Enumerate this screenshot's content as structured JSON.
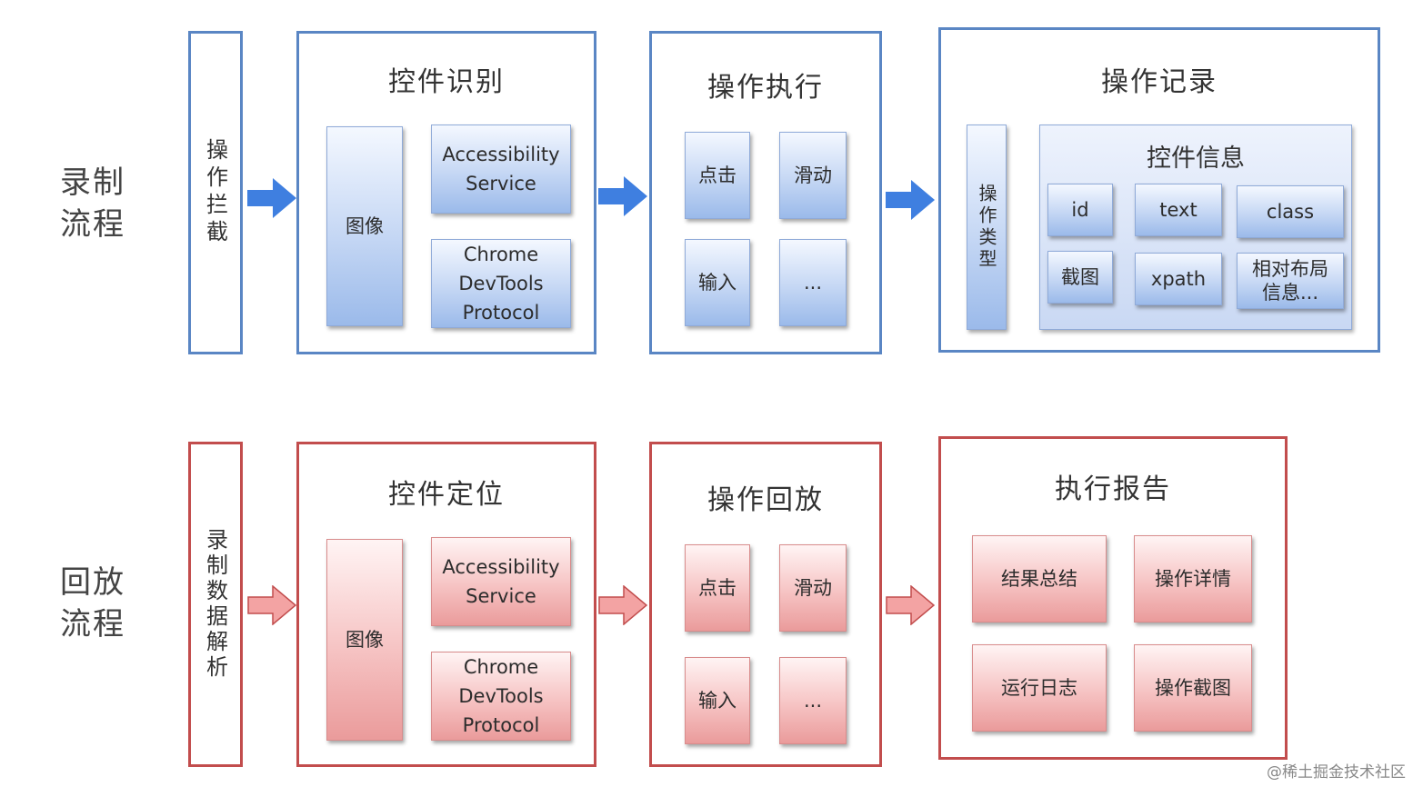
{
  "record": {
    "label": "录制\n流程",
    "intercept": "操作拦截",
    "identify": {
      "title": "控件识别",
      "image": "图像",
      "accessibility": "Accessibility\nService",
      "chrome": "Chrome\nDevTools\nProtocol"
    },
    "execute": {
      "title": "操作执行",
      "click": "点击",
      "swipe": "滑动",
      "input": "输入",
      "more": "..."
    },
    "log": {
      "title": "操作记录",
      "type": "操作类型",
      "info_title": "控件信息",
      "id": "id",
      "text": "text",
      "class": "class",
      "screenshot": "截图",
      "xpath": "xpath",
      "layout": "相对布局\n信息..."
    }
  },
  "playback": {
    "label": "回放\n流程",
    "parse": "录制数据解析",
    "locate": {
      "title": "控件定位",
      "image": "图像",
      "accessibility": "Accessibility\nService",
      "chrome": "Chrome\nDevTools\nProtocol"
    },
    "replay": {
      "title": "操作回放",
      "click": "点击",
      "swipe": "滑动",
      "input": "输入",
      "more": "..."
    },
    "report": {
      "title": "执行报告",
      "summary": "结果总结",
      "details": "操作详情",
      "runlog": "运行日志",
      "screens": "操作截图"
    }
  },
  "watermark": "@稀土掘金技术社区",
  "colors": {
    "blue_border": "#5a86c4",
    "red_border": "#c24d4d",
    "blue_arrow": "#3f7fe0",
    "red_arrow": "#f3a3a3"
  }
}
